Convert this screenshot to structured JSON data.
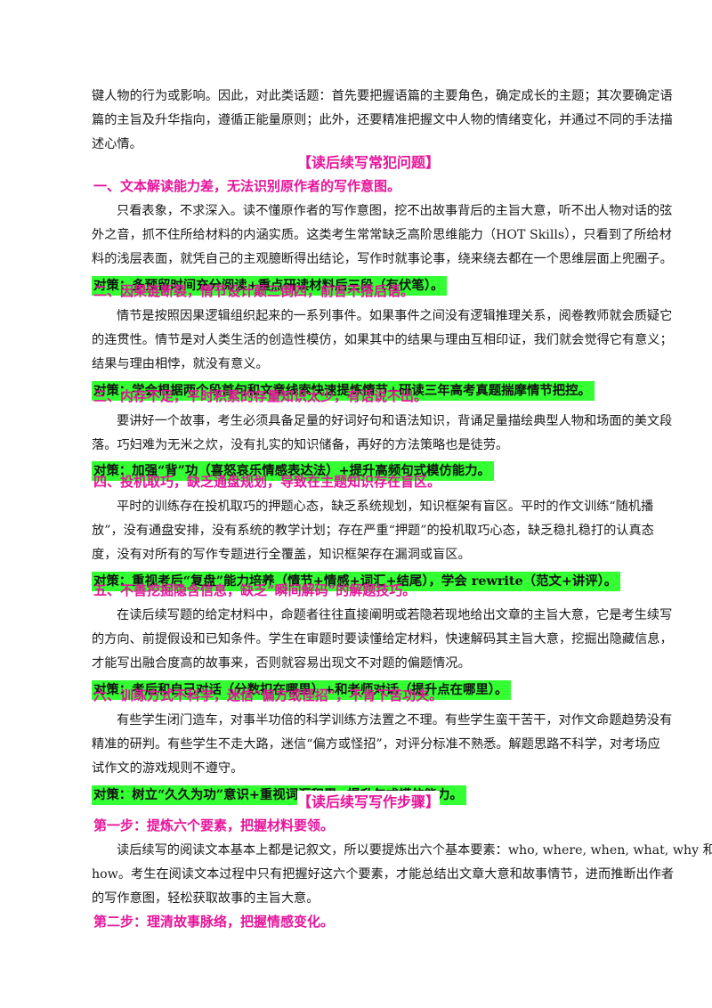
{
  "intro": {
    "lines": [
      "键人物的行为或影响。因此，对此类话题：首先要把握语篇的主要角色，确定成长的主题；其次要确定语",
      "篇的主旨及升华指向，遵循正能量原则；此外，还要精准把握文中人物的情绪变化，并通过不同的手法描",
      "述心情。"
    ]
  },
  "section1": {
    "title": "【读后续写常犯问题】",
    "problems": [
      {
        "heading": "一、文本解读能力差，无法识别原作者的写作意图。",
        "body": [
          "只看表象，不求深入。读不懂原作者的写作意图，挖不出故事背后的主旨大意，听不出人物对话的弦",
          "外之音，抓不住所给材料的内涵实质。这类考生常常缺乏高阶思维能力（HOT Skills），只看到了所给材",
          "料的浅层表面，就凭自己的主观臆断得出结论，写作时就事论事，绕来绕去都在一个思维层面上兜圈子。"
        ],
        "strategy": "对策：多预留时间充分阅读+重点研读材料后三段（有伏笔）。"
      },
      {
        "heading": "二、因果链断裂，情节设计颠三倒四，前言不搭后语。",
        "body": [
          "情节是按照因果逻辑组织起来的一系列事件。如果事件之间没有逻辑推理关系，阅卷教师就会质疑它",
          "的连贯性。情节是对人类生活的创造性模仿，如果其中的结果与理由互相印证，我们就会觉得它有意义；",
          "结果与理由相悖，就没有意义。"
        ],
        "strategy": "对策：学会根据两个段首句和文章线索快速提炼情节+研读三年高考真题揣摩情节把控。"
      },
      {
        "heading": "三、内存不足，平时积累的存量知识太少，有话说不出。",
        "body": [
          "要讲好一个故事，考生必须具备足量的好词好句和语法知识，背诵足量描绘典型人物和场面的美文段",
          "落。巧妇难为无米之炊，没有扎实的知识储备，再好的方法策略也是徒劳。"
        ],
        "strategy": "对策：加强“背”功（喜怒哀乐情感表达法）+提升高频句式模仿能力。"
      },
      {
        "heading": "四、投机取巧，缺乏通盘规划，导致在主题知识存在盲区。",
        "body": [
          "平时的训练存在投机取巧的押题心态，缺乏系统规划，知识框架有盲区。平时的作文训练“随机播",
          "放”，没有通盘安排，没有系统的教学计划；存在严重“押题”的投机取巧心态，缺乏稳扎稳打的认真态",
          "度，没有对所有的写作专题进行全覆盖，知识框架存在漏洞或盲区。"
        ],
        "strategy": "对策：重视考后“复盘”能力培养（情节+情感+词汇+结尾），学会 rewrite（范文+讲评）。"
      },
      {
        "heading": "五、不善挖掘隐含信息，缺乏“瞬间解码”的解题技巧。",
        "body": [
          "在读后续写题的给定材料中，命题者往往直接阐明或若隐若现地给出文章的主旨大意，它是考生续写",
          "的方向、前提假设和已知条件。学生在审题时要读懂给定材料，快速解码其主旨大意，挖掘出隐藏信息，",
          "才能写出融合度高的故事来，否则就容易出现文不对题的偏题情况。"
        ],
        "strategy": "对策：考后和自己对话（分数扣在哪里）+和老师对话（提升点在哪里）。"
      },
      {
        "heading": "六、训练方式不科学，迷信“偏方或怪招”，不肯下苦功夫。",
        "body": [
          "有些学生闭门造车，对事半功倍的科学训练方法置之不理。有些学生蛮干苦干，对作文命题趋势没有",
          "精准的研判。有些学生不走大路，迷信“偏方或怪招”，对评分标准不熟悉。解题思路不科学，对考场应",
          "试作文的游戏规则不遵守。"
        ],
        "strategy": "对策：树立“久久为功”意识+重视词汇积累+提升句式模仿能力。"
      }
    ]
  },
  "section2": {
    "title": "【读后续写写作步骤】",
    "step1": {
      "heading": "第一步：提炼六个要素，把握材料要领。",
      "body": [
        "读后续写的阅读文本基本上都是记叙文，所以要提炼出六个基本要素：who, where, when, what, why 和",
        "how。考生在阅读文本过程中只有把握好这六个要素，才能总结出文章大意和故事情节，进而推断出作者",
        "的写作意图，轻松获取故事的主旨大意。"
      ]
    },
    "step2": {
      "heading": "第二步：理清故事脉络，把握情感变化。"
    }
  },
  "colors": {
    "heading": "#e6149b",
    "strategy_highlight": "#33ff33"
  }
}
